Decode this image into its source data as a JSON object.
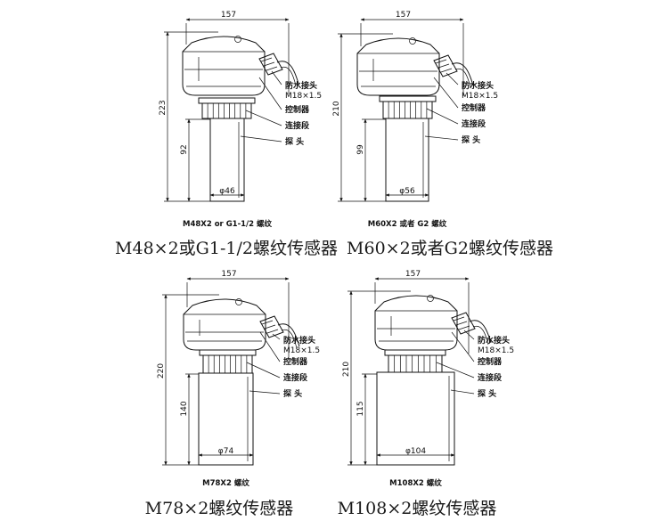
{
  "sensors": [
    {
      "id": "m48",
      "caption": "M48×2或G1-1/2螺纹传感器",
      "thread_label": "M48X2  or  G1-1/2  螺纹",
      "width_dim": "157",
      "height_dim": "223",
      "probe_length_dim": "92",
      "diameter_dim": "φ46",
      "labels": {
        "gland": "防水接头",
        "gland_spec": "M18×1.5",
        "controller": "控制器",
        "connector": "连接段",
        "probe": "探  头"
      }
    },
    {
      "id": "m60",
      "caption": "M60×2或者G2螺纹传感器",
      "thread_label": "M60X2  或者  G2  螺纹",
      "width_dim": "157",
      "height_dim": "210",
      "probe_length_dim": "99",
      "diameter_dim": "φ56",
      "labels": {
        "gland": "防水接头",
        "gland_spec": "M18×1.5",
        "controller": "控制器",
        "connector": "连接段",
        "probe": "探  头"
      }
    },
    {
      "id": "m78",
      "caption": "M78×2螺纹传感器",
      "thread_label": "M78X2  螺纹",
      "width_dim": "157",
      "height_dim": "220",
      "probe_length_dim": "140",
      "diameter_dim": "φ74",
      "labels": {
        "gland": "防水接头",
        "gland_spec": "M18×1.5",
        "controller": "控制器",
        "connector": "连接段",
        "probe": "探  头"
      }
    },
    {
      "id": "m108",
      "caption": "M108×2螺纹传感器",
      "thread_label": "M108X2  螺纹",
      "width_dim": "157",
      "height_dim": "210",
      "probe_length_dim": "115",
      "diameter_dim": "φ104",
      "labels": {
        "gland": "防水接头",
        "gland_spec": "M18×1.5",
        "controller": "控制器",
        "connector": "连接段",
        "probe": "探  头"
      }
    }
  ]
}
